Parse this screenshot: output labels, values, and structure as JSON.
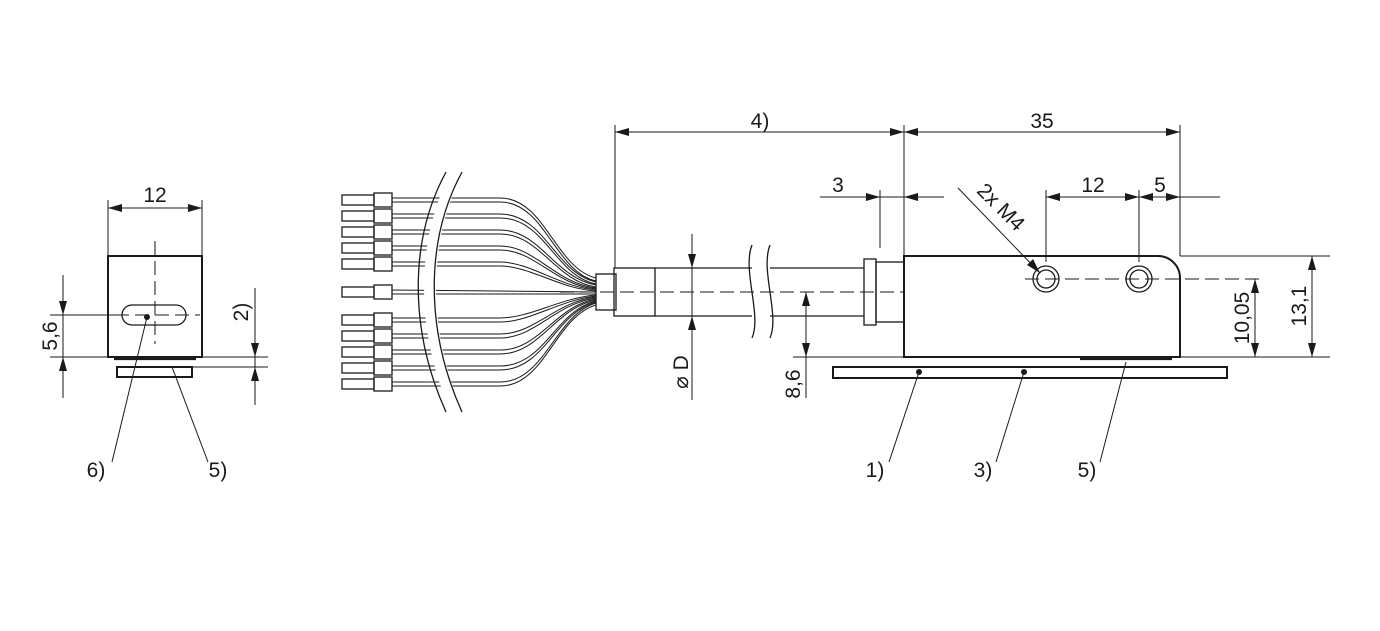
{
  "side_view": {
    "width_dim": "12",
    "height_dim": "5,6",
    "offset_dim": "2)",
    "callout_left": "6)",
    "callout_right": "5)"
  },
  "cable": {
    "length_dim": "4)",
    "diameter_symbol": "⌀",
    "diameter_label": "D",
    "height_dim": "8,6"
  },
  "sensor": {
    "length_dim": "35",
    "gap_dim": "3",
    "thread_label": "2x M4",
    "hole_spacing_dim": "12",
    "edge_dim": "5",
    "axis_height_dim": "10,05",
    "total_height_dim": "13,1",
    "callouts": [
      "1)",
      "3)",
      "5)"
    ]
  }
}
